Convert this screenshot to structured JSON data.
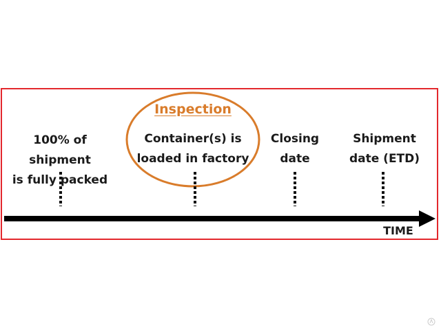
{
  "diagram": {
    "events": [
      {
        "label": "100% of shipment\nis fully packed"
      },
      {
        "label": "Container(s) is\nloaded in factory"
      },
      {
        "label": "Closing\ndate"
      },
      {
        "label": "Shipment\ndate (ETD)"
      }
    ],
    "highlight": {
      "title": "Inspection",
      "color": "#d97c2b"
    },
    "axis_label": "TIME",
    "frame_color": "#e3272c",
    "arrow_color": "#000000"
  }
}
